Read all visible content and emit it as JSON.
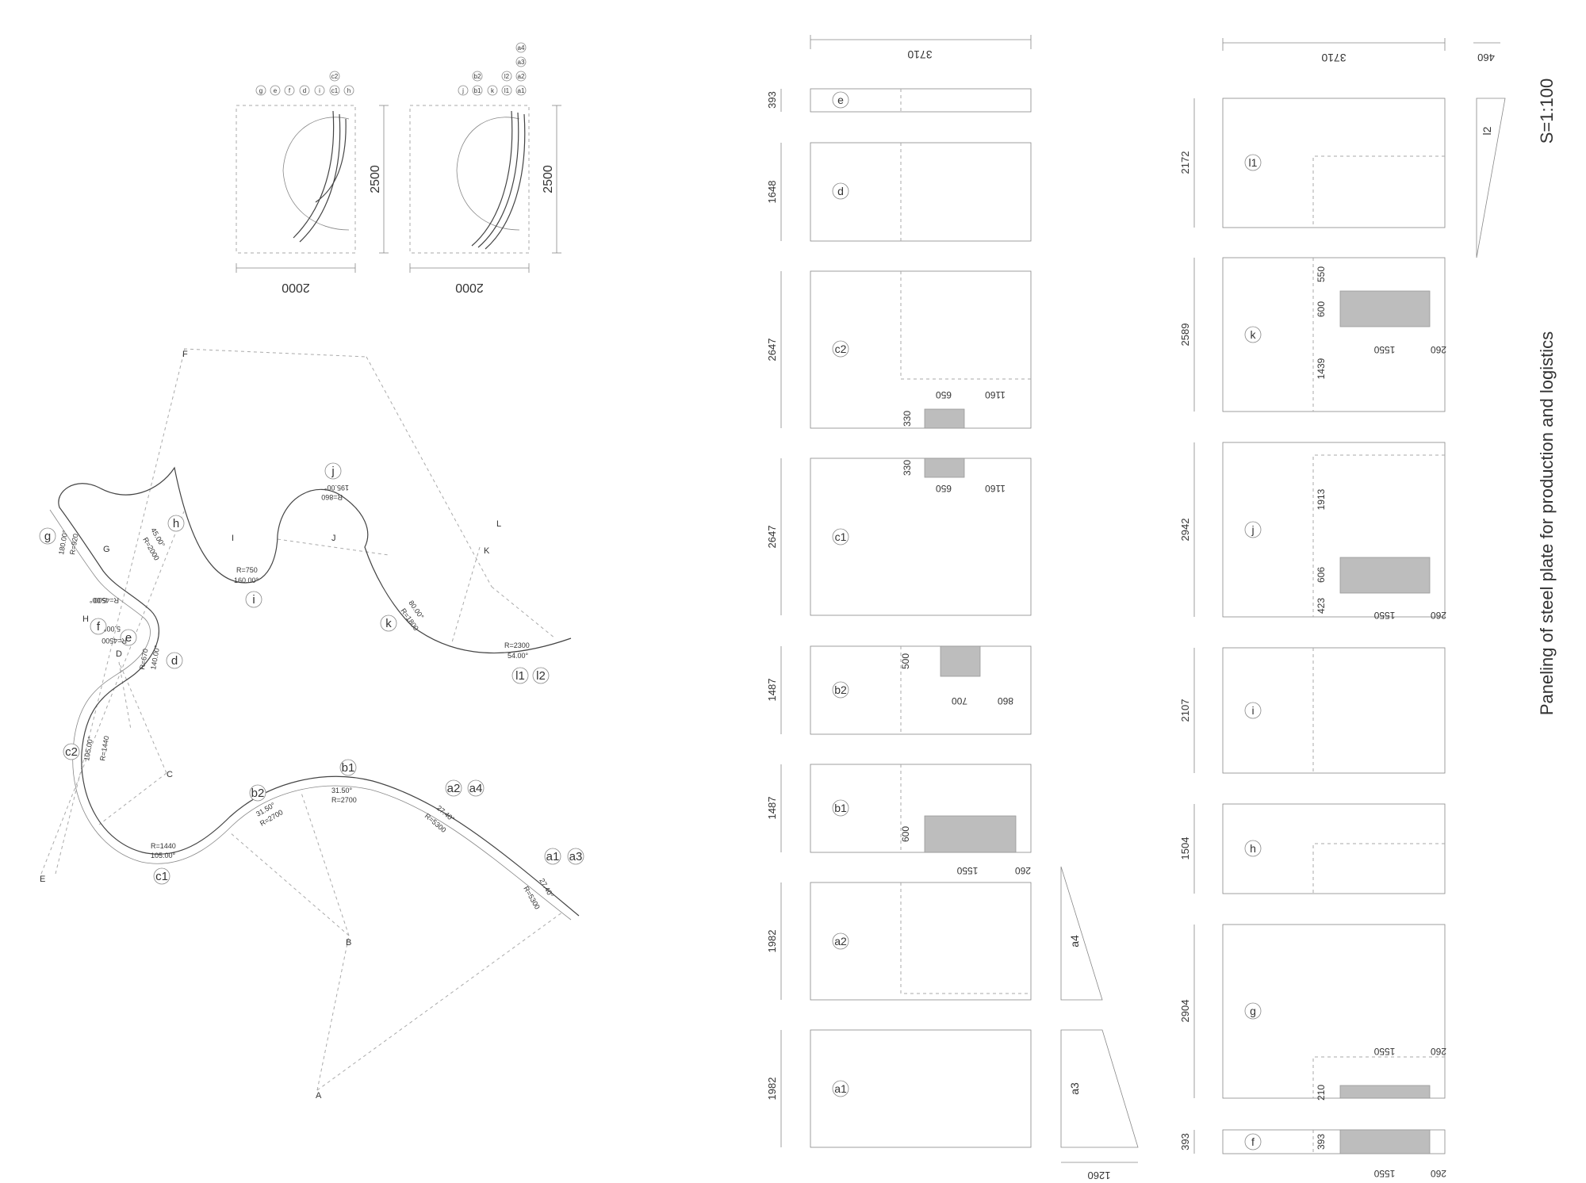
{
  "title": "Paneling of steel plate for production and logistics",
  "scale": "S=1:100",
  "plan": {
    "panel_labels": [
      "a1",
      "a3",
      "a2",
      "a4",
      "b1",
      "b2",
      "c1",
      "c2",
      "d",
      "e",
      "f",
      "g",
      "h",
      "i",
      "j",
      "k",
      "l1",
      "l2"
    ],
    "point_labels": [
      "A",
      "B",
      "C",
      "D",
      "E",
      "F",
      "G",
      "H",
      "I",
      "J",
      "K",
      "L"
    ],
    "annotations": [
      "27.40°",
      "R=5300",
      "27.40°",
      "R=5300",
      "31.50°",
      "R=2700",
      "31.50°",
      "R=2700",
      "105.00°",
      "R=1440",
      "105.00°",
      "R=1440",
      "140.00°",
      "R=670",
      "5.00°",
      "R=4500",
      "5.00°",
      "R=4500",
      "180.00°",
      "R=920",
      "45.00°",
      "R=2000",
      "160.00°",
      "R=750",
      "195.00°",
      "R=860",
      "80.00°",
      "R=1800",
      "54.00°",
      "R=2300"
    ]
  },
  "cross_sections": [
    {
      "width": "2000",
      "height": "2500",
      "labels": [
        "g",
        "e",
        "f",
        "d",
        "i",
        "c1",
        "c2",
        "h"
      ]
    },
    {
      "width": "2000",
      "height": "2500",
      "labels": [
        "j",
        "b1",
        "b2",
        "k",
        "l1",
        "l2",
        "a1",
        "a2",
        "a3",
        "a4"
      ]
    }
  ],
  "panels_row1": {
    "overall": "3710",
    "triangle_width": "1260",
    "items": [
      {
        "id": "a1",
        "length": "1982"
      },
      {
        "id": "a2",
        "length": "1982"
      },
      {
        "id": "b1",
        "length": "1487",
        "dims": [
          "600",
          "1550",
          "260"
        ]
      },
      {
        "id": "b2",
        "length": "1487",
        "dims": [
          "500",
          "700",
          "860"
        ]
      },
      {
        "id": "c1",
        "length": "2647",
        "dims": [
          "330",
          "650",
          "1160"
        ]
      },
      {
        "id": "c2",
        "length": "2647",
        "dims": [
          "330",
          "650",
          "1160"
        ]
      },
      {
        "id": "d",
        "length": "1648"
      },
      {
        "id": "e",
        "length": "393"
      }
    ],
    "triangles": [
      "a3",
      "a4"
    ]
  },
  "panels_row2": {
    "overall": "3710",
    "triangle_width": "460",
    "items": [
      {
        "id": "f",
        "length": "393",
        "dims": [
          "393",
          "1550",
          "260"
        ]
      },
      {
        "id": "g",
        "length": "2904",
        "dims": [
          "210",
          "1550",
          "260"
        ]
      },
      {
        "id": "h",
        "length": "1504"
      },
      {
        "id": "i",
        "length": "2107"
      },
      {
        "id": "j",
        "length": "2942",
        "dims": [
          "423",
          "606",
          "1913",
          "1550",
          "260"
        ]
      },
      {
        "id": "k",
        "length": "2589",
        "dims": [
          "1439",
          "600",
          "550",
          "1550",
          "260"
        ]
      },
      {
        "id": "l1",
        "length": "2172"
      }
    ],
    "triangles": [
      "l2"
    ]
  }
}
